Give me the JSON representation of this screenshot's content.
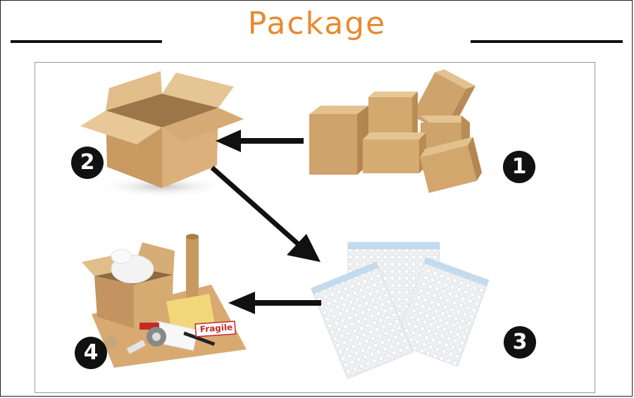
{
  "header": {
    "title": "Package"
  },
  "steps": [
    {
      "number": "1",
      "item": "stack-of-cardboard-boxes"
    },
    {
      "number": "2",
      "item": "open-cardboard-box"
    },
    {
      "number": "3",
      "item": "bubble-wrap-bags"
    },
    {
      "number": "4",
      "item": "packing-supplies"
    }
  ],
  "labels": {
    "fragile": "Fragile"
  },
  "colors": {
    "title": "#e88a2e",
    "cardboard": "#d2a874",
    "badge": "#111111"
  }
}
